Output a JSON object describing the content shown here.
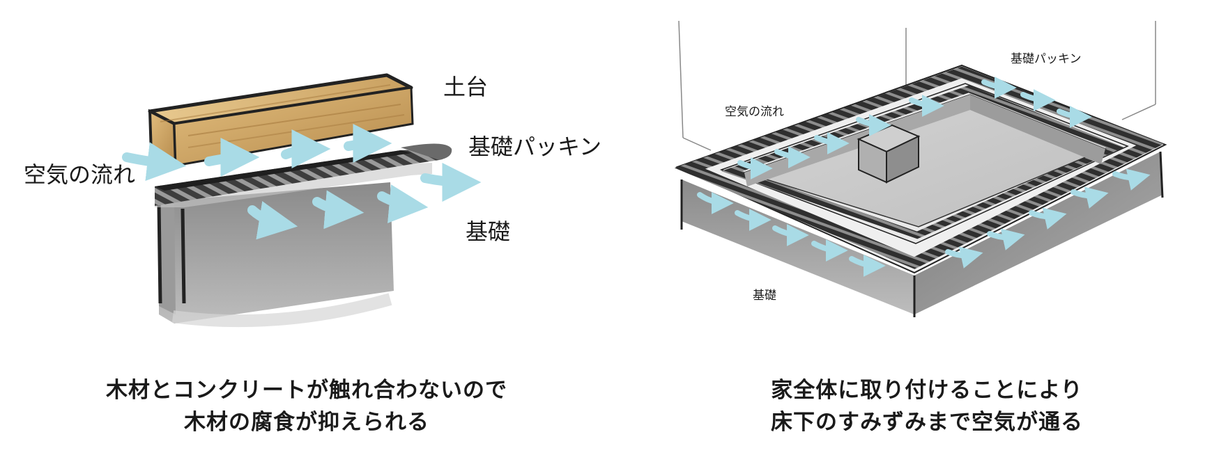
{
  "left_panel": {
    "labels": {
      "dodai": "土台",
      "kiso_packing": "基礎パッキン",
      "air_flow": "空気の流れ",
      "kiso": "基礎"
    },
    "caption": {
      "line1": "木材とコンクリートが触れ合わないので",
      "line2": "木材の腐食が抑えられる"
    }
  },
  "right_panel": {
    "labels": {
      "kiso_packing": "基礎パッキン",
      "air_flow": "空気の流れ",
      "kiso": "基礎"
    },
    "caption": {
      "line1": "家全体に取り付けることにより",
      "line2": "床下のすみずみまで空気が通る"
    }
  },
  "colors": {
    "air_arrow": "#a9dbe6",
    "concrete": "#8f8f8f",
    "wood": "#d9b577",
    "packing": "#3a3a3a"
  }
}
